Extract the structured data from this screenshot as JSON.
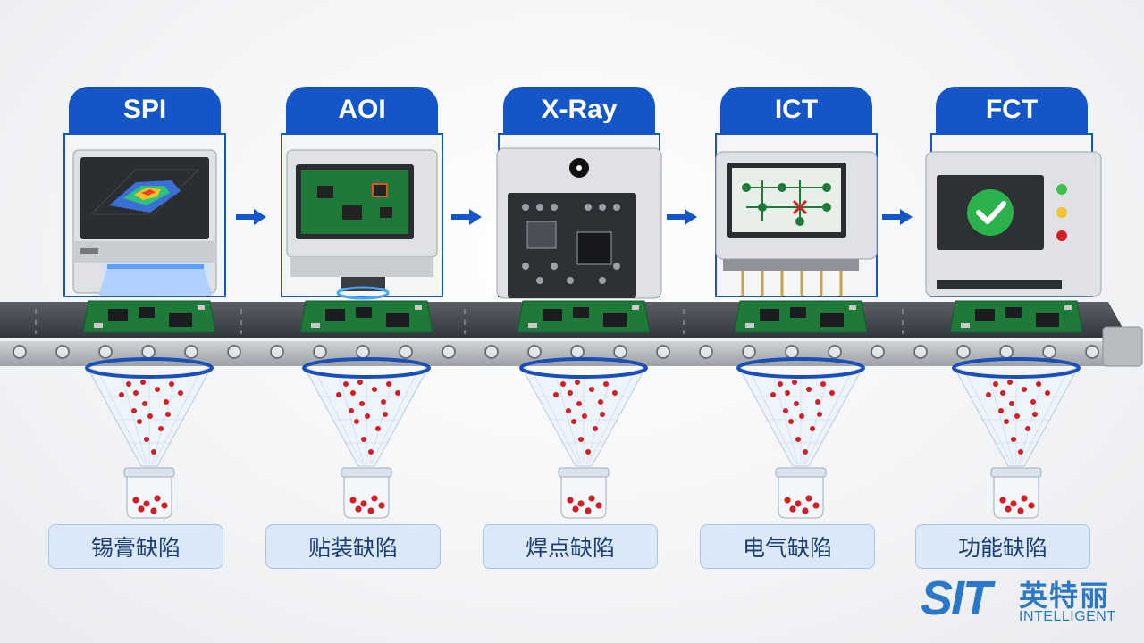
{
  "stages": [
    {
      "title": "SPI",
      "defect": "锡膏缺陷"
    },
    {
      "title": "AOI",
      "defect": "贴装缺陷"
    },
    {
      "title": "X-Ray",
      "defect": "焊点缺陷"
    },
    {
      "title": "ICT",
      "defect": "电气缺陷"
    },
    {
      "title": "FCT",
      "defect": "功能缺陷"
    }
  ],
  "logo": {
    "mark": "SIT",
    "name_cn": "英特丽",
    "name_en": "INTELLIGENT"
  },
  "colors": {
    "accent_blue": "#1456c8",
    "pcb_green": "#1f7a3a",
    "defect_red": "#d21e24",
    "belt_dark": "#3b3f45"
  }
}
